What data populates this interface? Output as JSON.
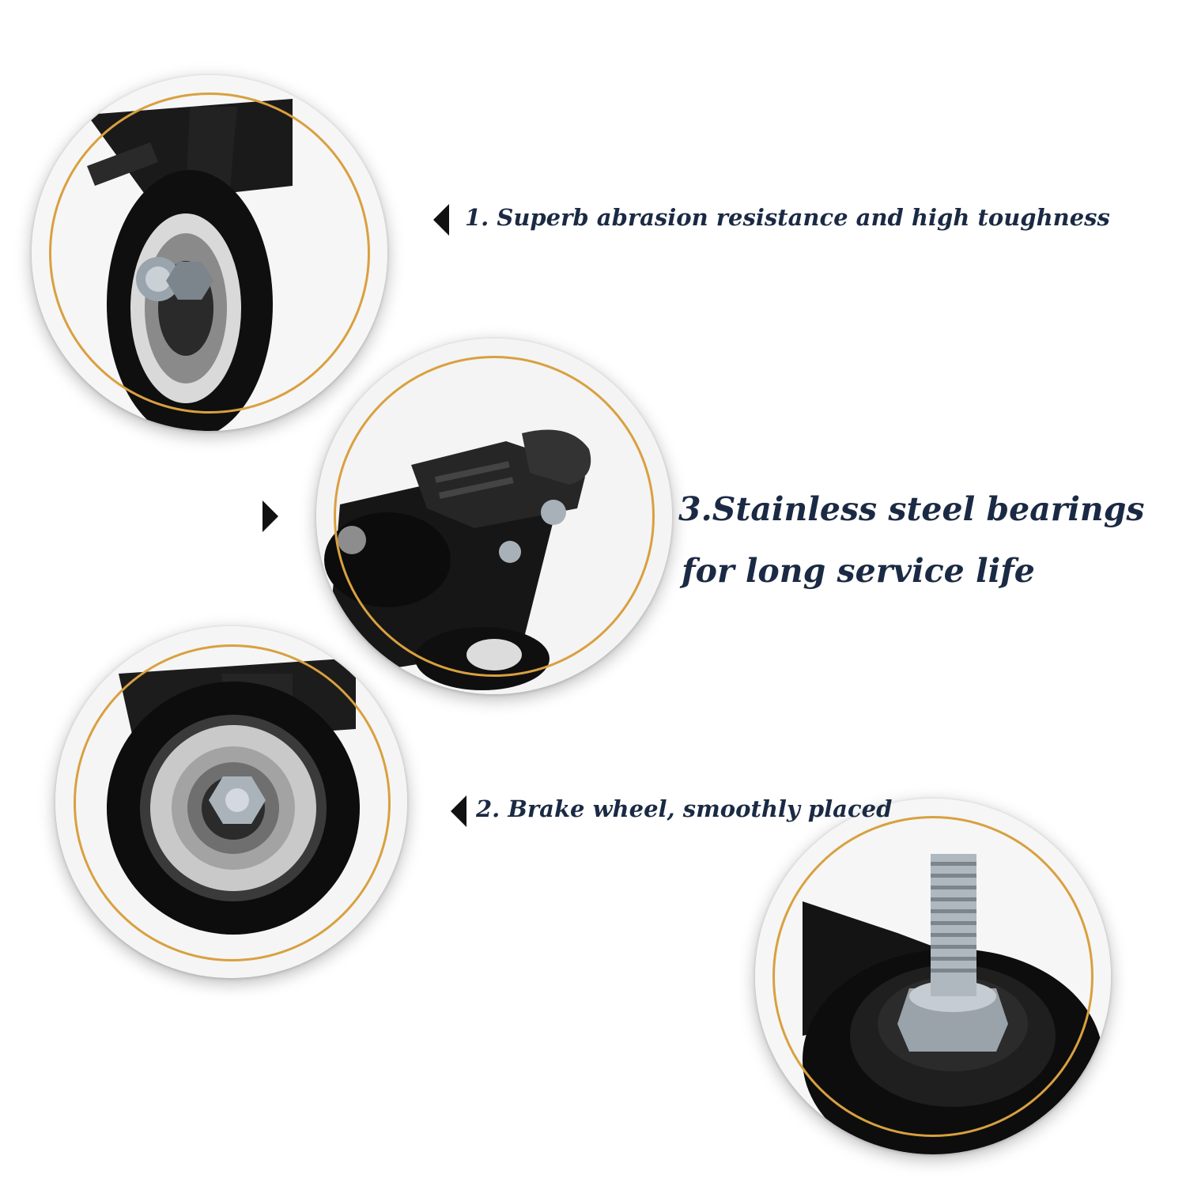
{
  "features": [
    {
      "label": "1. Superb abrasion resistance and high toughness"
    },
    {
      "label_line1": "3.Stainless steel bearings",
      "label_line2": "for long service life"
    },
    {
      "label": "2. Brake wheel, smoothly placed"
    }
  ],
  "colors": {
    "accent_ring": "#d9a040",
    "text": "#1b2a44",
    "arrow": "#111111"
  },
  "icons": [
    "arrow-left-icon",
    "arrow-right-icon"
  ]
}
